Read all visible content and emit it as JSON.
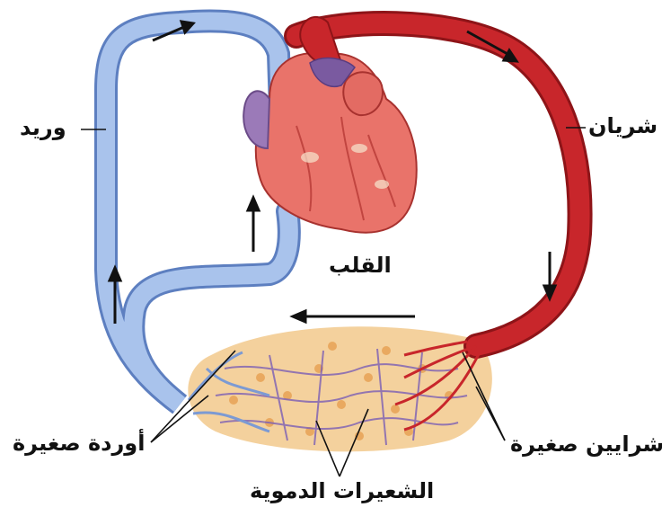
{
  "labels": {
    "vein": "وريد",
    "artery": "شريان",
    "heart": "القلب",
    "venules": "أوردة صغيرة",
    "arterioles": "شرايين صغيرة",
    "capillaries": "الشعيرات الدموية"
  },
  "colors": {
    "vein": "#a9c3ec",
    "vein_edge": "#5d7fc0",
    "artery": "#c8262b",
    "artery_edge": "#8e1418",
    "capillary_bed": "#f2c98c",
    "heart": "#e9736a",
    "atrium": "#9b7ab8"
  }
}
